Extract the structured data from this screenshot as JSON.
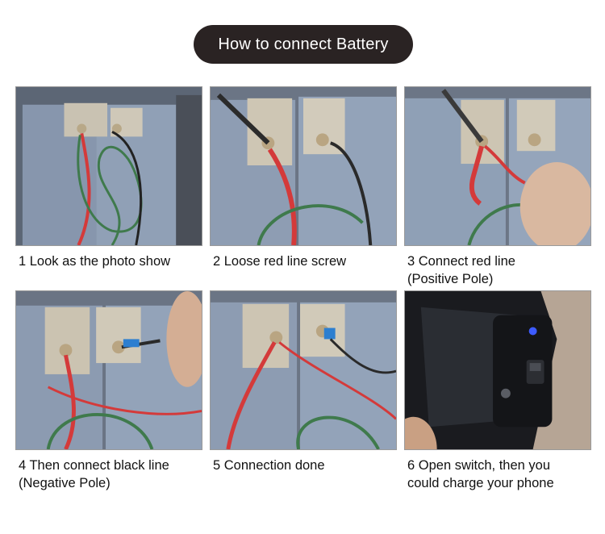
{
  "title": "How to connect Battery",
  "steps": [
    {
      "caption": "1 Look as the photo show"
    },
    {
      "caption": "2 Loose red line screw"
    },
    {
      "caption": "3 Connect red line\n(Positive Pole)"
    },
    {
      "caption": "4 Then connect black line\n (Negative Pole)"
    },
    {
      "caption": "5 Connection done"
    },
    {
      "caption": "6 Open switch, then you\ncould charge your phone"
    }
  ]
}
